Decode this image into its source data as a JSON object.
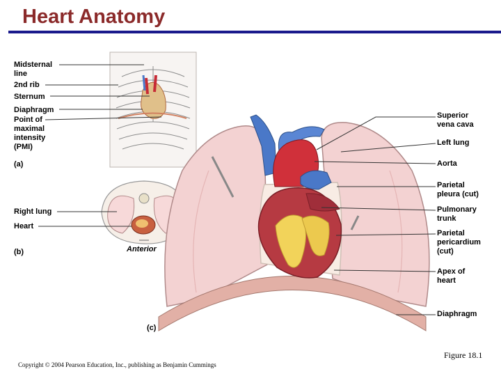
{
  "title": "Heart Anatomy",
  "labels_left_a": [
    "Midsternal\nline",
    "2nd rib",
    "Sternum",
    "Diaphragm",
    "Point of\nmaximal\nintensity\n(PMI)"
  ],
  "panel_a": "(a)",
  "labels_left_b": [
    "Right lung",
    "Heart"
  ],
  "anterior": "Anterior",
  "panel_b": "(b)",
  "panel_c": "(c)",
  "labels_right": [
    "Superior\nvena cava",
    "Left lung",
    "Aorta",
    "Parietal\npleura (cut)",
    "Pulmonary\ntrunk",
    "Parietal\npericardium\n(cut)",
    "Apex of\nheart",
    "Diaphragm"
  ],
  "figure_number": "Figure 18.1",
  "copyright": "Copyright © 2004 Pearson Education, Inc., publishing as Benjamin Cummings",
  "colors": {
    "title": "#8b2a2a",
    "rule": "#1a1a8c",
    "heart": "#c62a35",
    "vein": "#4a78c8",
    "lung": "#f3d2d2",
    "fat": "#f2d35a"
  }
}
